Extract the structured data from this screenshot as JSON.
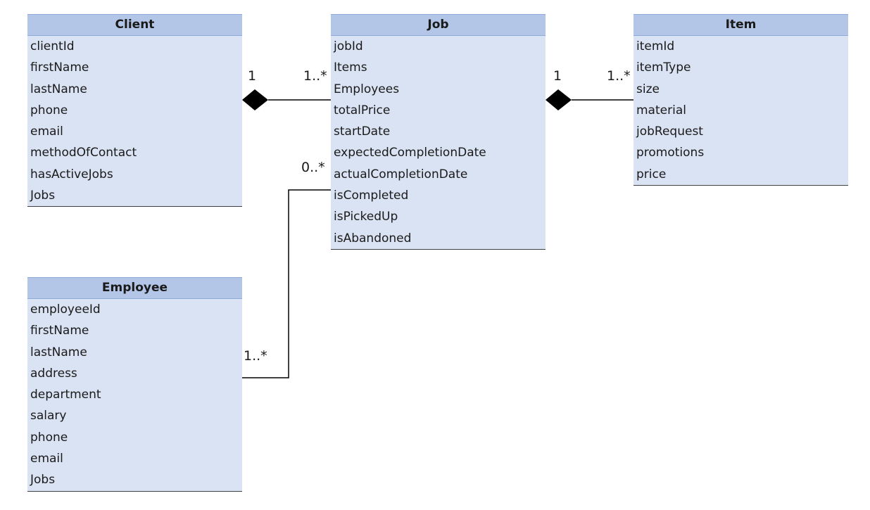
{
  "classes": {
    "client": {
      "name": "Client",
      "attributes": [
        "clientId",
        "firstName",
        "lastName",
        "phone",
        "email",
        "methodOfContact",
        "hasActiveJobs",
        "Jobs"
      ]
    },
    "job": {
      "name": "Job",
      "attributes": [
        "jobId",
        "Items",
        "Employees",
        "totalPrice",
        "startDate",
        "expectedCompletionDate",
        "actualCompletionDate",
        "isCompleted",
        "isPickedUp",
        "isAbandoned"
      ]
    },
    "item": {
      "name": "Item",
      "attributes": [
        "itemId",
        "itemType",
        "size",
        "material",
        "jobRequest",
        "promotions",
        "price"
      ]
    },
    "employee": {
      "name": "Employee",
      "attributes": [
        "employeeId",
        "firstName",
        "lastName",
        "address",
        "department",
        "salary",
        "phone",
        "email",
        "Jobs"
      ]
    }
  },
  "associations": {
    "client_job": {
      "client_end": "1",
      "job_end": "1..*"
    },
    "job_item": {
      "job_end": "1",
      "item_end": "1..*"
    },
    "job_employee": {
      "job_end": "0..*",
      "employee_end": "1..*"
    }
  },
  "colors": {
    "header_fill": "#b4c6e7",
    "body_fill": "#dae3f3",
    "line": "#000000"
  }
}
